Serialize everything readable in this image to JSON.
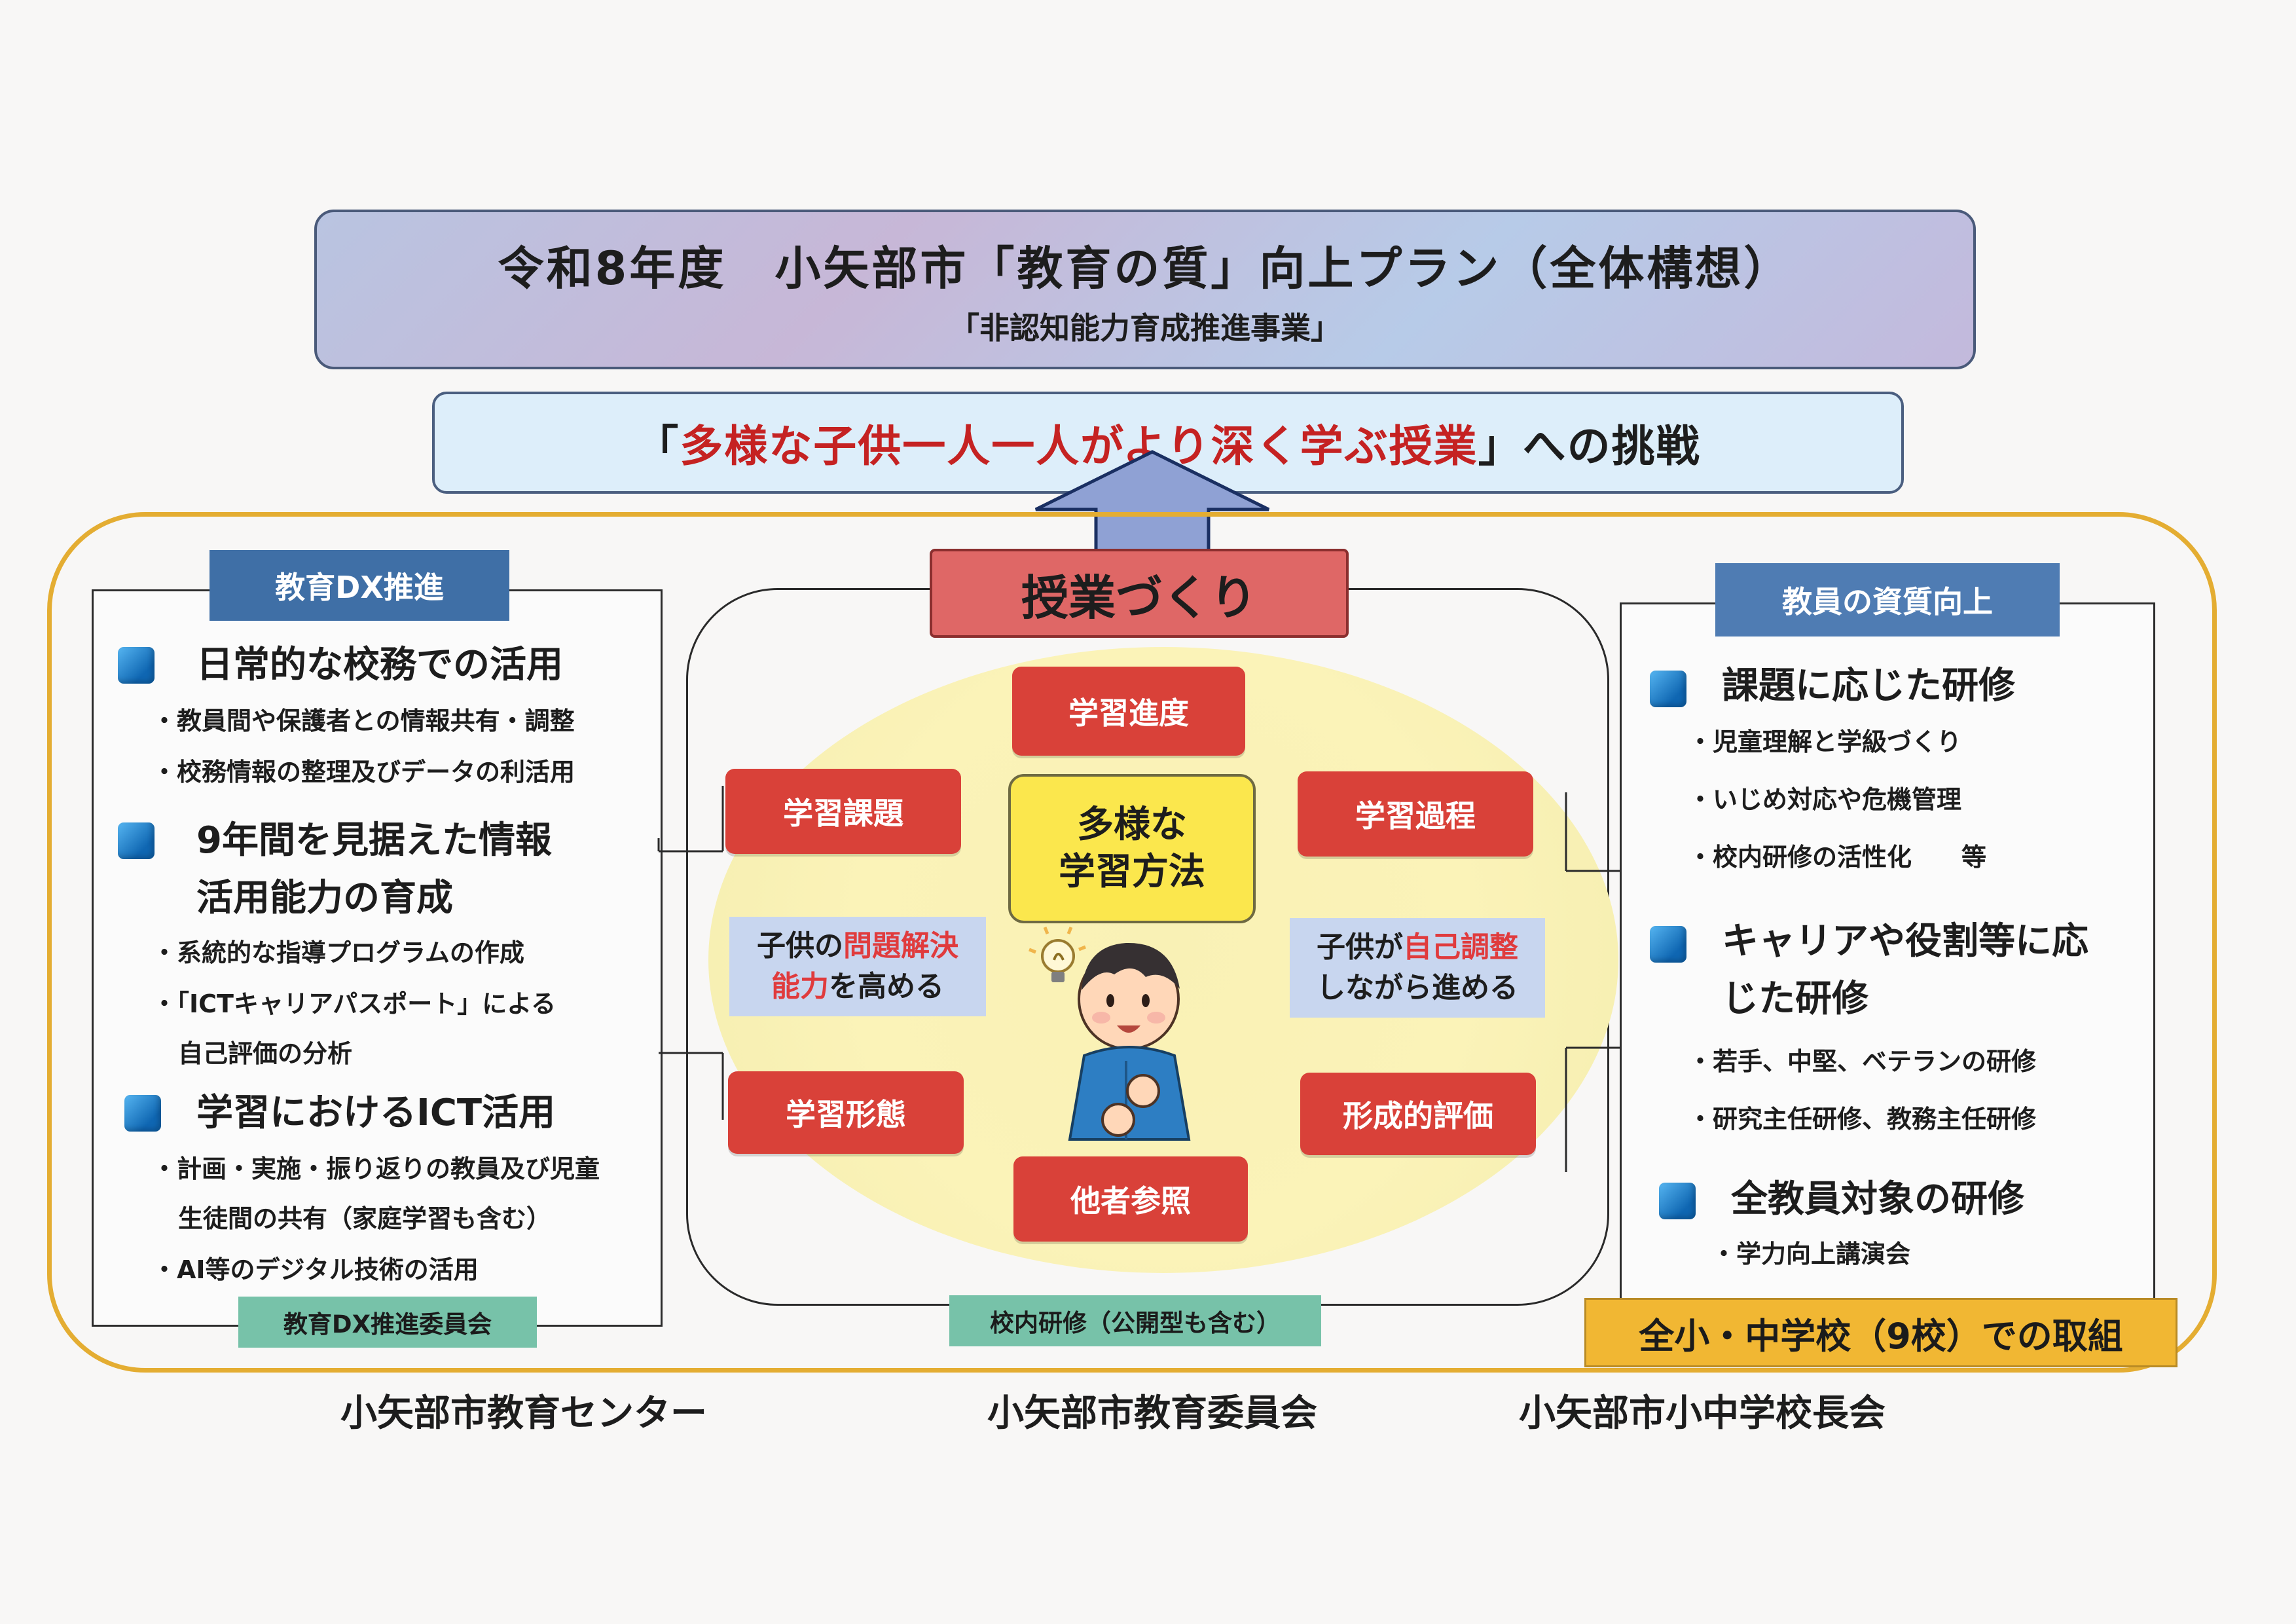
{
  "header": {
    "main_title": "令和8年度　小矢部市「教育の質」向上プラン（全体構想）",
    "subtitle": "「非認知能力育成推進事業」"
  },
  "goal": {
    "prefix": "「",
    "highlight": "多様な子供一人一人がより深く学ぶ授業",
    "suffix": "」への挑戦"
  },
  "left_panel": {
    "tag": "教育DX推進",
    "sections": [
      {
        "heading": "日常的な校務での活用",
        "items": [
          "・教員間や保護者との情報共有・調整",
          "・校務情報の整理及びデータの利活用"
        ]
      },
      {
        "heading_line1": "9年間を見据えた情報",
        "heading_line2": "活用能力の育成",
        "items": [
          "・系統的な指導プログラムの作成",
          "・「ICTキャリアパスポート」による",
          "自己評価の分析"
        ]
      },
      {
        "heading": "学習におけるICT活用",
        "items": [
          "・計画・実施・振り返りの教員及び児童",
          "生徒間の共有（家庭学習も含む）",
          "・AI等のデジタル技術の活用"
        ]
      }
    ],
    "footer_tag": "教育DX推進委員会"
  },
  "center_panel": {
    "title": "授業づくり",
    "center_label_line1": "多様な",
    "center_label_line2": "学習方法",
    "boxes": [
      "学習進度",
      "学習課題",
      "学習過程",
      "学習形態",
      "形成的評価",
      "他者参照"
    ],
    "left_note": {
      "line1_a": "子供の",
      "line1_b": "問題解決",
      "line2_a": "能力",
      "line2_b": "を高める"
    },
    "right_note": {
      "line1_a": "子供が",
      "line1_b": "自己調整",
      "line2": "しながら進める"
    },
    "footer_tag": "校内研修（公開型も含む）"
  },
  "right_panel": {
    "tag": "教員の資質向上",
    "sections": [
      {
        "heading": "課題に応じた研修",
        "items": [
          "・児童理解と学級づくり",
          "・いじめ対応や危機管理",
          "・校内研修の活性化　　等"
        ]
      },
      {
        "heading_line1": "キャリアや役割等に応",
        "heading_line2": "じた研修",
        "items": [
          "・若手、中堅、ベテランの研修",
          "・研究主任研修、教務主任研修"
        ]
      },
      {
        "heading": "全教員対象の研修",
        "items": [
          "・学力向上講演会"
        ]
      }
    ],
    "footer_tag": "全小・中学校（9校）での取組"
  },
  "organizations": [
    "小矢部市教育センター",
    "小矢部市教育委員会",
    "小矢部市小中学校長会"
  ],
  "colors": {
    "orange_frame": "#e4ad32",
    "red_box": "#d94139",
    "blue_tag": "#3f6fa6",
    "yellow_center": "#fbe74d"
  }
}
